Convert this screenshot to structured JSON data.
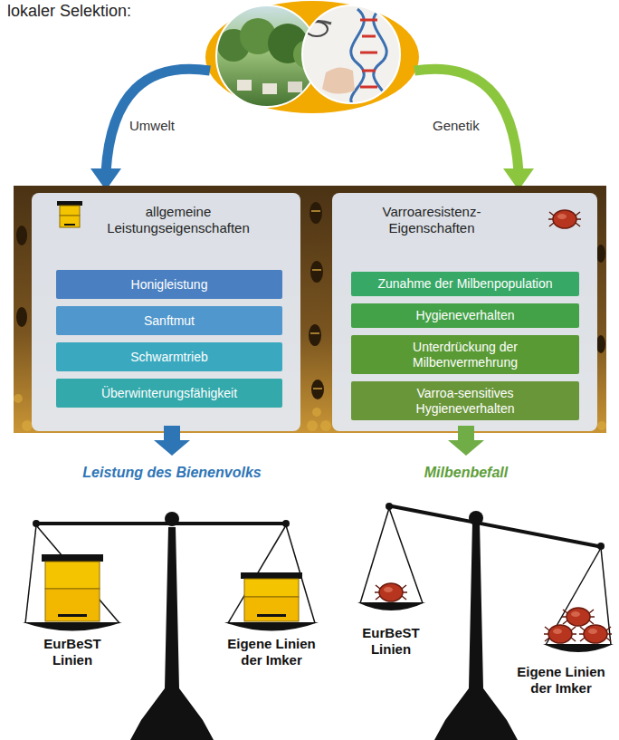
{
  "diagram": {
    "nodes": [
      {
        "text": [
          "allgemeine Leistungseigenschaften"
        ]
      },
      {
        "text": [
          "Honigleistung"
        ],
        "in": 0
      },
      {
        "text": [
          "Sanftmut"
        ],
        "in": 0
      },
      {
        "text": [
          "Schwarmtrieb"
        ],
        "in": 0
      },
      {
        "text": [
          "Überwinterungsfähigkeit"
        ],
        "in": 0
      },
      {
        "text": [
          "Varroaresistenz-Eigenschaften"
        ]
      },
      {
        "text": [
          "Zunahme der Milbenpopulation"
        ],
        "in": 5
      },
      {
        "text": [
          "Hygieneverhalten"
        ],
        "in": 5
      },
      {
        "text": [
          "Unterdrückung der Milbenvermehrung"
        ],
        "in": 5
      },
      {
        "text": [
          "Varroa-sensitives Hygieneverhalten"
        ],
        "in": 5
      }
    ],
    "labels": [
      "lokaler Selektion:",
      "Umwelt",
      "Genetik",
      "Leistung des Bienenvolks",
      "Milbenbefall",
      "EurBeST Linien",
      "Eigene Linien der Imker",
      "EurBeST Linien",
      "Eigene Linien der Imker"
    ]
  }
}
